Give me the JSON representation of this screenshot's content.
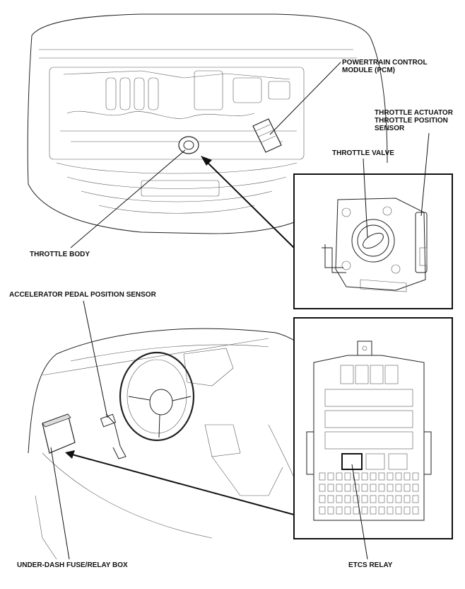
{
  "labels": {
    "pcm": [
      "POWERTRAIN CONTROL",
      "MODULE (PCM)"
    ],
    "throttle_actuator": [
      "THROTTLE ACTUATOR",
      "THROTTLE POSITION",
      "SENSOR"
    ],
    "throttle_valve": "THROTTLE VALVE",
    "throttle_body": "THROTTLE BODY",
    "accelerator_pedal": "ACCELERATOR PEDAL POSITION SENSOR",
    "underdash_box": "UNDER-DASH FUSE/RELAY BOX",
    "etcs_relay": "ETCS RELAY"
  }
}
